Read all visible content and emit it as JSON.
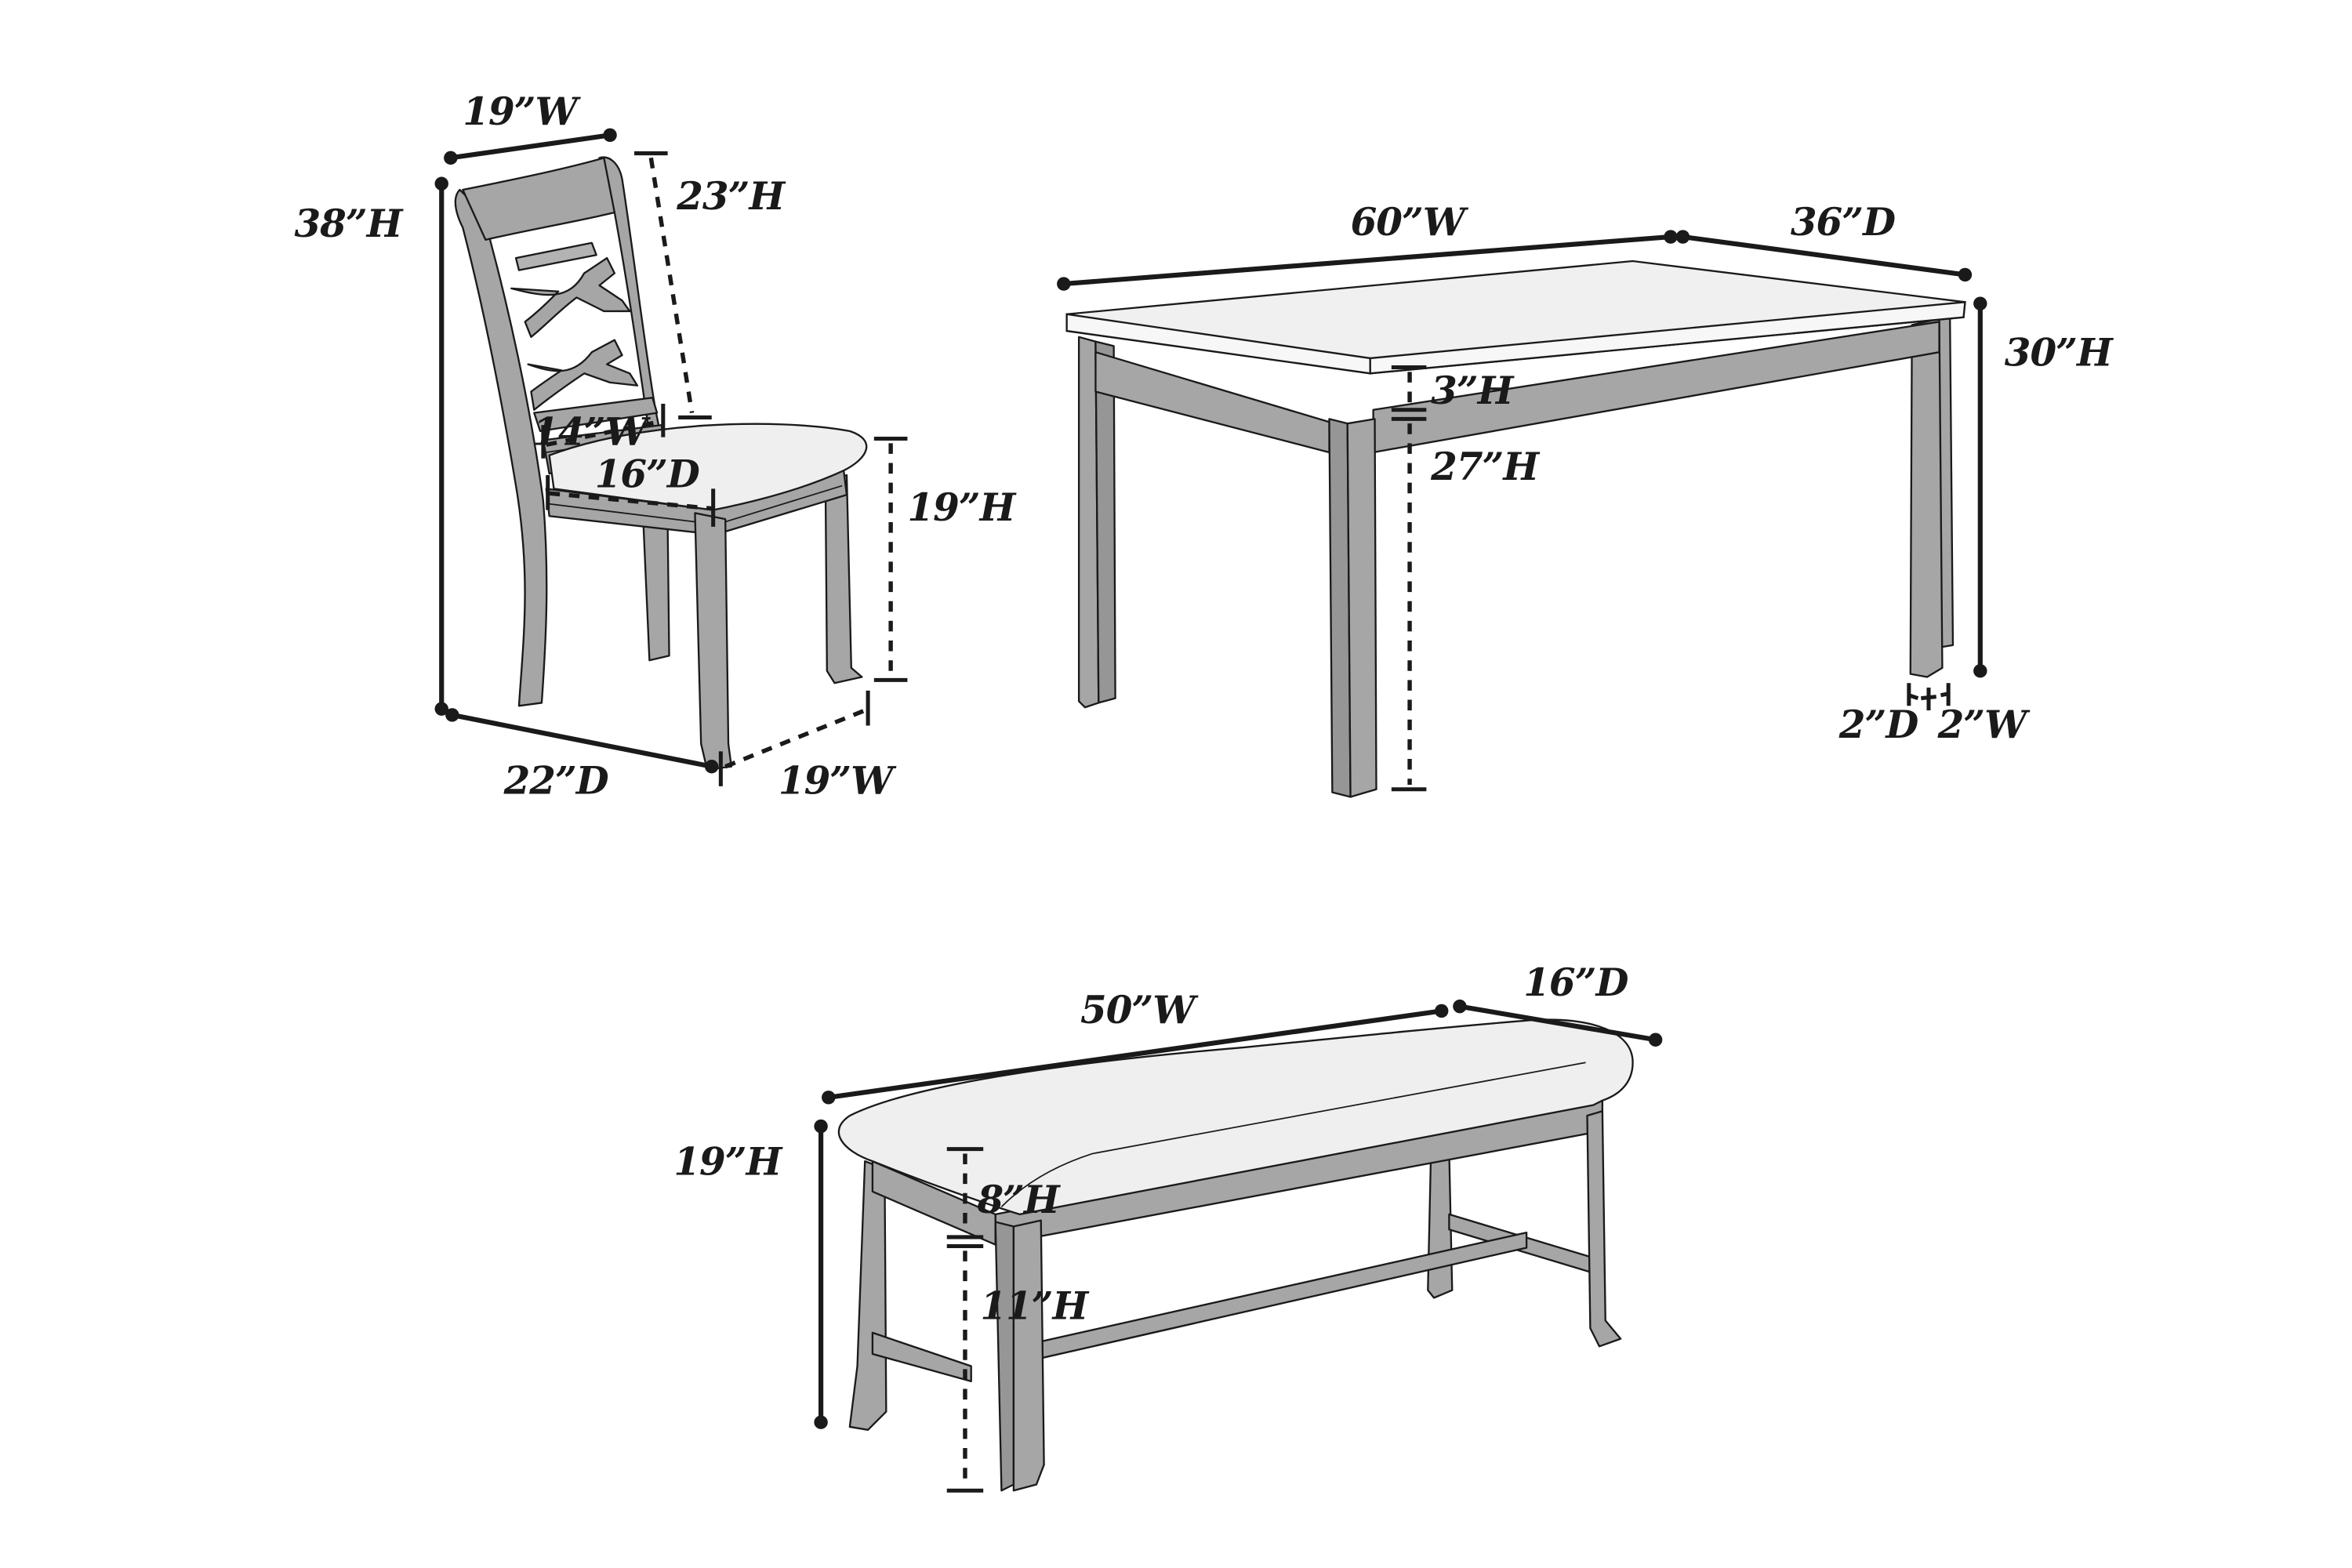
{
  "diagram": {
    "type": "furniture-dimension-diagram",
    "colors": {
      "background": "#ffffff",
      "wood": "#a6a6a6",
      "upholstery": "#efefef",
      "tabletop": "#f0f0f0",
      "ink": "#1a1a1a"
    },
    "chair": {
      "back_width": "19”W",
      "overall_height": "38”H",
      "back_height": "23”H",
      "seat_width": "14”W",
      "seat_depth": "16”D",
      "seat_height": "19”H",
      "overall_depth": "22”D",
      "overall_width": "19”W"
    },
    "table": {
      "width": "60”W",
      "depth": "36”D",
      "height": "30”H",
      "apron_height": "3”H",
      "leg_clearance": "27”H",
      "leg_depth": "2”D",
      "leg_width": "2”W"
    },
    "bench": {
      "width": "50”W",
      "depth": "16”D",
      "height": "19”H",
      "apron_height": "8”H",
      "stretcher_height": "11”H"
    }
  }
}
